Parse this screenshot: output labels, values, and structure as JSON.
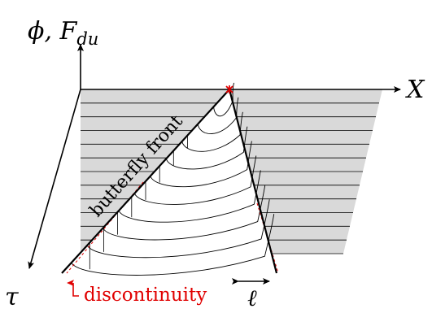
{
  "axes": {
    "vertical_label": "ϕ, F",
    "vertical_subscript": "du",
    "horizontal_label": "X",
    "depth_label": "τ"
  },
  "annotations": {
    "front_label": "butterfly front",
    "discontinuity_label": "discontinuity",
    "width_label": "ℓ"
  },
  "colors": {
    "slab": "#d9d9d9",
    "lines": "#000000",
    "discontinuity": "#e00000",
    "origin_marker": "#e00000"
  },
  "layer_count": 12,
  "butterfly_curve_count": 10
}
